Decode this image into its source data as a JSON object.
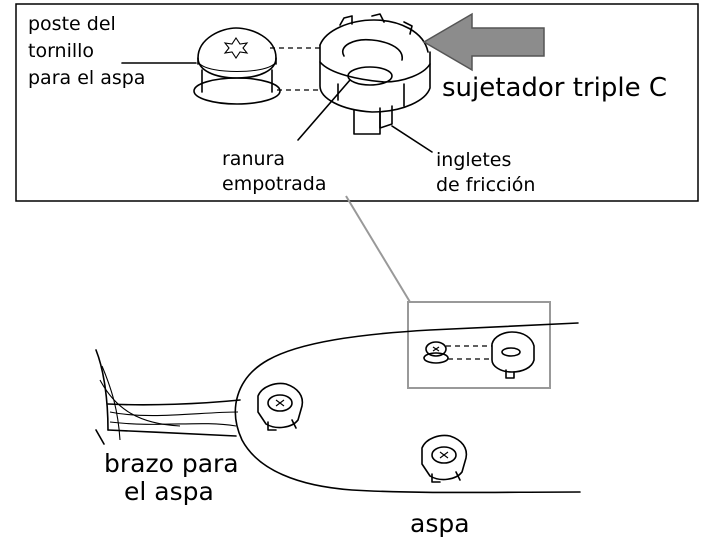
{
  "labels": {
    "screw_post": [
      "poste del",
      "tornillo",
      "para el aspa"
    ],
    "triple_c_clip": "sujetador triple C",
    "recessed_groove": [
      "ranura",
      "empotrada"
    ],
    "friction_miters": [
      "ingletes",
      "de fricción"
    ],
    "blade_arm": [
      "brazo para",
      "el aspa"
    ],
    "blade": "aspa"
  },
  "colors": {
    "arrow_fill": "#8c8c8c",
    "callout_frame": "#999999",
    "ink": "#000000"
  },
  "icons": [
    "arrow-icon",
    "screw-post-icon",
    "triple-c-clip-icon"
  ]
}
